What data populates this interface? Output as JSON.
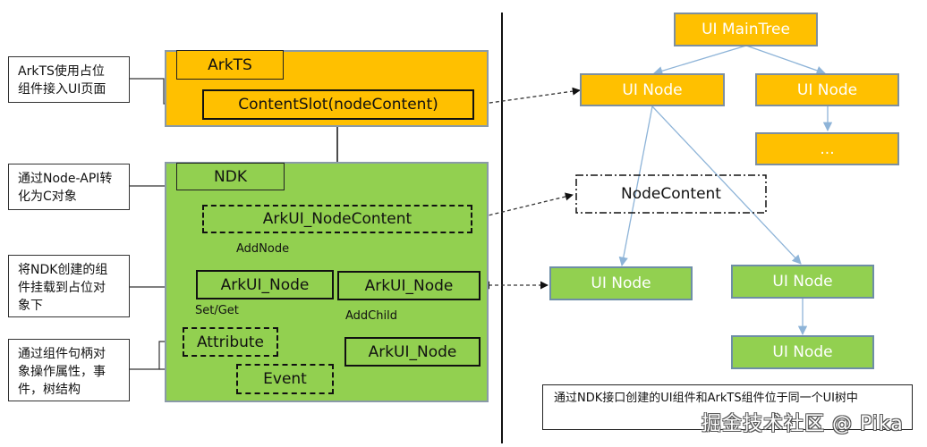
{
  "left_panel": {
    "notes": [
      {
        "text": "ArkTS使用占位\n组件接入UI页面"
      },
      {
        "text": "通过Node-API转\n化为C对象"
      },
      {
        "text": "将NDK创建的组\n件挂载到占位对\n象下"
      },
      {
        "text": "通过组件句柄对\n象操作属性，事\n件，树结构"
      }
    ],
    "arkts": {
      "tag": "ArkTS",
      "content_slot": "ContentSlot(nodeContent)",
      "color": "#ffc000"
    },
    "ndk": {
      "tag": "NDK",
      "node_content": "ArkUI_NodeContent",
      "node_left": "ArkUI_Node",
      "node_right": "ArkUI_Node",
      "node_child": "ArkUI_Node",
      "attribute": "Attribute",
      "event": "Event",
      "edge_labels": {
        "add_node": "AddNode",
        "set_get": "Set/Get",
        "add_child": "AddChild"
      },
      "color": "#92d050"
    }
  },
  "right_panel": {
    "main_tree": "UI MainTree",
    "ui_node_a": "UI Node",
    "ui_node_b": "UI Node",
    "ellipsis_node": "...",
    "node_content": "NodeContent",
    "ui_node_green_a": "UI Node",
    "ui_node_green_b": "UI Node",
    "ui_node_green_c": "UI Node",
    "caption": "通过NDK接口创建的UI组件和ArkTS组件位于同一个UI树中",
    "tree_edge_color": "#8eb4d8"
  },
  "watermark": "掘金技术社区 @ Pika"
}
